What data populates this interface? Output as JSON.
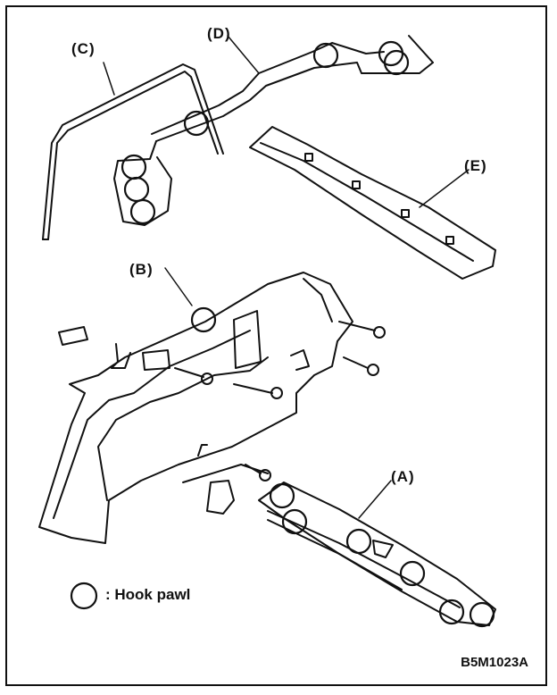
{
  "labels": {
    "a": "(A)",
    "b": "(B)",
    "c": "(C)",
    "d": "(D)",
    "e": "(E)"
  },
  "legend": {
    "symbol": "circle-icon",
    "text": ": Hook pawl"
  },
  "figure_code": "B5M1023A",
  "colors": {
    "line": "#111111",
    "background": "#ffffff"
  }
}
